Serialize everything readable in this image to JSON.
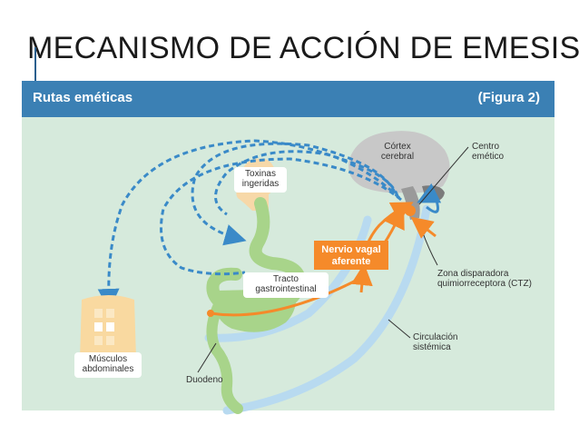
{
  "page_title": "MECANISMO DE ACCIÓN DE EMESIS",
  "figure": {
    "header_title": "Rutas eméticas",
    "header_figure": "(Figura 2)"
  },
  "labels": {
    "toxinas": [
      "Toxinas",
      "ingeridas"
    ],
    "cortex": [
      "Córtex",
      "cerebral"
    ],
    "centro": [
      "Centro",
      "emético"
    ],
    "nervio": [
      "Nervio vagal",
      "aferente"
    ],
    "tracto": [
      "Tracto",
      "gastrointestinal"
    ],
    "zona": [
      "Zona disparadora",
      "quimiorreceptora (CTZ)"
    ],
    "circulacion": [
      "Circulación",
      "sistémica"
    ],
    "musculos": [
      "Músculos",
      "abdominales"
    ],
    "duodeno": "Duodeno"
  },
  "colors": {
    "header": "#3b80b4",
    "panel": "#d6eadc",
    "dashed_arrow": "#3a8ac8",
    "orange": "#f58a2a",
    "gi_tract": "#a8d48a",
    "vessel": "#b8daf0",
    "brain": "#c8c8c8"
  }
}
